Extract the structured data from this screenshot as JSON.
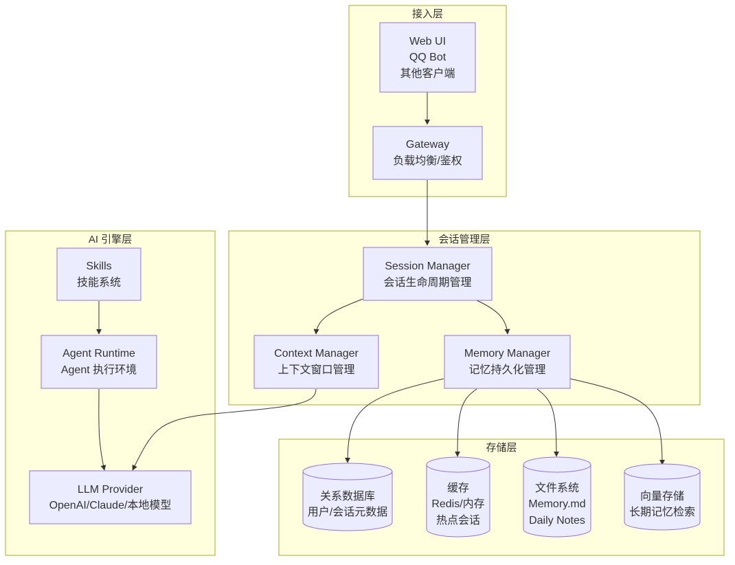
{
  "clusters": {
    "access": "接入层",
    "session": "会话管理层",
    "ai": "AI 引擎层",
    "storage": "存储层"
  },
  "nodes": {
    "clients": [
      "Web UI",
      "QQ Bot",
      "其他客户端"
    ],
    "gateway": [
      "Gateway",
      "负载均衡/鉴权"
    ],
    "session_manager": [
      "Session Manager",
      "会话生命周期管理"
    ],
    "context_manager": [
      "Context Manager",
      "上下文窗口管理"
    ],
    "memory_manager": [
      "Memory Manager",
      "记忆持久化管理"
    ],
    "skills": [
      "Skills",
      "技能系统"
    ],
    "agent_runtime": [
      "Agent Runtime",
      "Agent 执行环境"
    ],
    "llm_provider": [
      "LLM Provider",
      "OpenAI/Claude/本地模型"
    ],
    "relational_db": [
      "关系数据库",
      "用户/会话元数据"
    ],
    "cache": [
      "缓存",
      "Redis/内存",
      "热点会话"
    ],
    "file_system": [
      "文件系统",
      "Memory.md",
      "Daily Notes"
    ],
    "vector_store": [
      "向量存储",
      "长期记忆检索"
    ]
  },
  "colors": {
    "cluster_fill": "#ffffde",
    "cluster_stroke": "#aaaa33",
    "node_fill": "#ececff",
    "node_stroke": "#9370db",
    "text": "#333333"
  }
}
